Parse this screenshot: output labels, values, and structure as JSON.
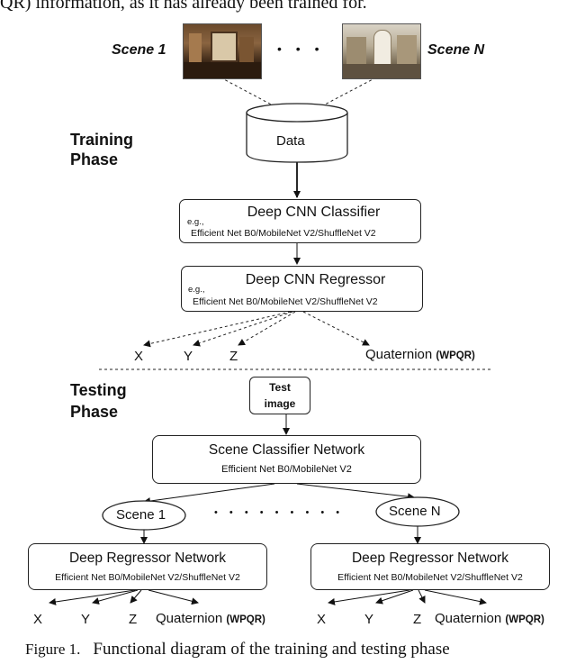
{
  "top_caption": "QR) information, as it has already been trained for.",
  "scenes": {
    "first_label": "Scene 1",
    "last_label": "Scene N",
    "ellipsis": "• • •"
  },
  "training": {
    "phase_line1": "Training",
    "phase_line2": "Phase",
    "data_label": "Data",
    "classifier": {
      "title": "Deep CNN Classifier",
      "eg": "e.g.,",
      "models": "Efficient Net B0/MobileNet V2/ShuffleNet V2"
    },
    "regressor": {
      "title": "Deep CNN Regressor",
      "eg": "e.g.,",
      "models": "Efficient Net B0/MobileNet V2/ShuffleNet V2"
    },
    "outputs": {
      "x": "X",
      "y": "Y",
      "z": "Z",
      "quat": "Quaternion",
      "quat_suffix": "(WPQR)"
    }
  },
  "testing": {
    "phase_line1": "Testing",
    "phase_line2": "Phase",
    "test_image_line1": "Test",
    "test_image_line2": "image",
    "scene_classifier": {
      "title": "Scene Classifier Network",
      "models": "Efficient Net B0/MobileNet V2"
    },
    "scene_1": "Scene 1",
    "scene_n": "Scene N",
    "dots": "• • • • • • • • •",
    "regressor_left": {
      "title": "Deep Regressor Network",
      "models": "Efficient Net B0/MobileNet V2/ShuffleNet V2",
      "outputs": {
        "x": "X",
        "y": "Y",
        "z": "Z",
        "quat": "Quaternion",
        "quat_suffix": "(WPQR)"
      }
    },
    "regressor_right": {
      "title": "Deep Regressor Network",
      "models": "Efficient Net B0/MobileNet V2/ShuffleNet V2",
      "outputs": {
        "x": "X",
        "y": "Y",
        "z": "Z",
        "quat": "Quaternion",
        "quat_suffix": "(WPQR)"
      }
    }
  },
  "figure_caption": {
    "label": "Figure 1.",
    "text": "Functional diagram of the training and testing phase"
  }
}
